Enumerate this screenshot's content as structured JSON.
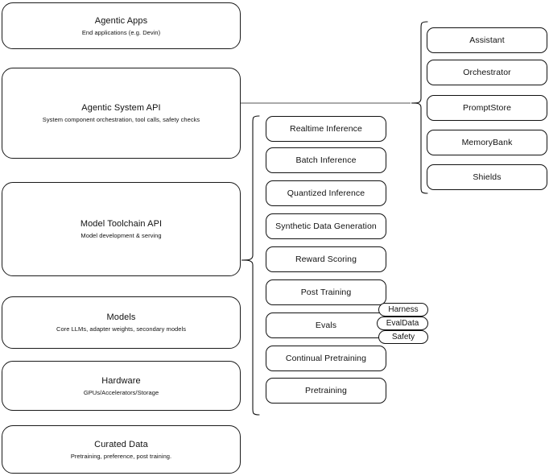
{
  "diagram": {
    "type": "layered-architecture-stack",
    "left_stack": [
      {
        "title": "Agentic Apps",
        "subtitle": "End applications (e.g. Devin)"
      },
      {
        "title": "Agentic System API",
        "subtitle": "System component orchestration, tool calls, safety checks"
      },
      {
        "title": "Model Toolchain API",
        "subtitle": "Model development & serving"
      },
      {
        "title": "Models",
        "subtitle": "Core LLMs, adapter weights, secondary models"
      },
      {
        "title": "Hardware",
        "subtitle": "GPUs/Accelerators/Storage"
      },
      {
        "title": "Curated Data",
        "subtitle": "Pretraining, preference, post training."
      }
    ],
    "toolchain_components": [
      {
        "label": "Realtime Inference"
      },
      {
        "label": "Batch Inference"
      },
      {
        "label": "Quantized Inference"
      },
      {
        "label": "Synthetic Data Generation"
      },
      {
        "label": "Reward Scoring"
      },
      {
        "label": "Post Training"
      },
      {
        "label": "Evals"
      },
      {
        "label": "Continual Pretraining"
      },
      {
        "label": "Pretraining"
      }
    ],
    "evals_subcomponents": [
      {
        "label": "Harness"
      },
      {
        "label": "EvalData"
      },
      {
        "label": "Safety"
      }
    ],
    "system_components": [
      {
        "label": "Assistant"
      },
      {
        "label": "Orchestrator"
      },
      {
        "label": "PromptStore"
      },
      {
        "label": "MemoryBank"
      },
      {
        "label": "Shields"
      }
    ],
    "colors": {
      "stroke": "#111111",
      "background": "#ffffff",
      "text": "#111111"
    }
  }
}
